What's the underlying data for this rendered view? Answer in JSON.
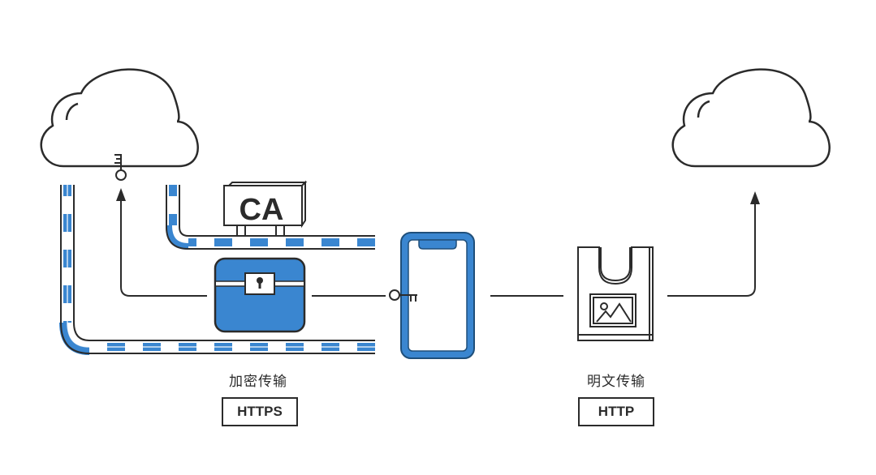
{
  "diagram": {
    "left": {
      "caption": "加密传输",
      "protocol": "HTTPS",
      "certificate_label": "CA"
    },
    "right": {
      "caption": "明文传输",
      "protocol": "HTTP"
    },
    "nodes": [
      {
        "id": "server-left",
        "type": "cloud"
      },
      {
        "id": "encrypted-box",
        "type": "locked-chest"
      },
      {
        "id": "client",
        "type": "phone"
      },
      {
        "id": "plain-packet",
        "type": "bag-with-image"
      },
      {
        "id": "server-right",
        "type": "cloud"
      }
    ],
    "colors": {
      "accent": "#3a86d0",
      "stroke": "#2b2b2b"
    }
  }
}
